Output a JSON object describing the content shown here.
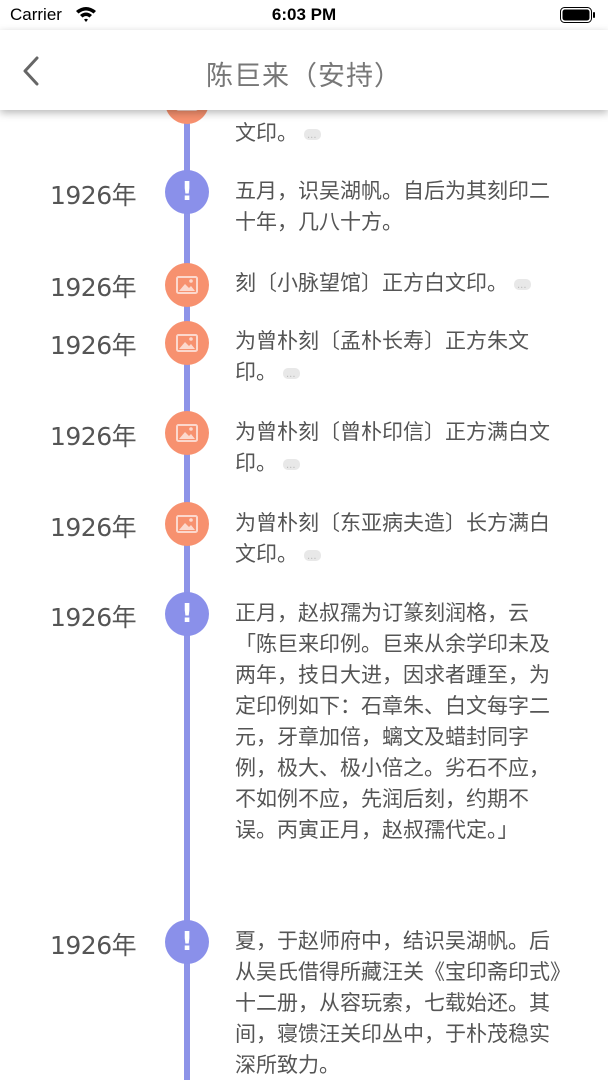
{
  "status_bar": {
    "carrier": "Carrier",
    "time": "6:03 PM"
  },
  "nav": {
    "title": "陈巨来（安持）"
  },
  "timeline": {
    "top_partial": {
      "text": "文印。",
      "icon": "image-icon"
    },
    "items": [
      {
        "year": "1926年",
        "icon": "exclamation-icon",
        "type": "info",
        "text": "五月，识吴湖帆。自后为其刻印二十年，几八十方。"
      },
      {
        "year": "1926年",
        "icon": "image-icon",
        "type": "image",
        "text": "刻〔小脉望馆〕正方白文印。"
      },
      {
        "year": "1926年",
        "icon": "image-icon",
        "type": "image",
        "text": "为曾朴刻〔孟朴长寿〕正方朱文印。"
      },
      {
        "year": "1926年",
        "icon": "image-icon",
        "type": "image",
        "text": "为曾朴刻〔曾朴印信〕正方满白文印。"
      },
      {
        "year": "1926年",
        "icon": "image-icon",
        "type": "image",
        "text": "为曾朴刻〔东亚病夫造〕长方满白文印。"
      },
      {
        "year": "1926年",
        "icon": "exclamation-icon",
        "type": "info",
        "text": "正月，赵叔孺为订篆刻润格，云「陈巨来印例。巨来从余学印未及两年，技日大进，因求者踵至，为定印例如下：石章朱、白文每字二元，牙章加倍，螭文及蜡封同字例，极大、极小倍之。劣石不应，不如例不应，先润后刻，约期不误。丙寅正月，赵叔孺代定。」"
      },
      {
        "year": "1926年",
        "icon": "exclamation-icon",
        "type": "info",
        "text": "夏，于赵师府中，结识吴湖帆。后从吴氏借得所藏汪关《宝印斋印式》十二册，从容玩索，七载始还。其间，寝馈汪关印丛中，于朴茂稳实深所致力。"
      }
    ]
  },
  "colors": {
    "timeline": "#8d93e8",
    "info_marker": "#8a90ea",
    "image_marker": "#f7916f"
  }
}
